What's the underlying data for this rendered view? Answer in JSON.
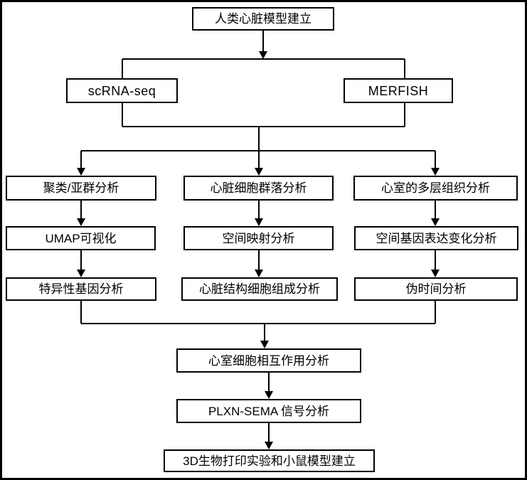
{
  "diagram": {
    "type": "flowchart",
    "background": "#ffffff",
    "line_color": "#000000",
    "box_fill": "#ffffff",
    "box_border_color": "#000000",
    "text_color": "#000000",
    "nodes": {
      "root": {
        "label": "人类心脏模型建立"
      },
      "scrna": {
        "label": "scRNA-seq"
      },
      "merfish": {
        "label": "MERFISH"
      },
      "c1r1": {
        "label": "聚类/亚群分析"
      },
      "c1r2": {
        "label": "UMAP可视化"
      },
      "c1r3": {
        "label": "特异性基因分析"
      },
      "c2r1": {
        "label": "心脏细胞群落分析"
      },
      "c2r2": {
        "label": "空间映射分析"
      },
      "c2r3": {
        "label": "心脏结构细胞组成分析"
      },
      "c3r1": {
        "label": "心室的多层组织分析"
      },
      "c3r2": {
        "label": "空间基因表达变化分析"
      },
      "c3r3": {
        "label": "伪时间分析"
      },
      "merge": {
        "label": "心室细胞相互作用分析"
      },
      "plxn": {
        "label": "PLXN-SEMA 信号分析"
      },
      "final": {
        "label": "3D生物打印实验和小鼠模型建立"
      }
    },
    "edges": [
      {
        "from": "root",
        "to": "scrna"
      },
      {
        "from": "root",
        "to": "merfish"
      },
      {
        "from": "scrna",
        "to": "c1r1"
      },
      {
        "from": "scrna",
        "to": "c2r1"
      },
      {
        "from": "scrna",
        "to": "c3r1"
      },
      {
        "from": "merfish",
        "to": "c1r1"
      },
      {
        "from": "merfish",
        "to": "c2r1"
      },
      {
        "from": "merfish",
        "to": "c3r1"
      },
      {
        "from": "c1r1",
        "to": "c1r2"
      },
      {
        "from": "c1r2",
        "to": "c1r3"
      },
      {
        "from": "c2r1",
        "to": "c2r2"
      },
      {
        "from": "c2r2",
        "to": "c2r3"
      },
      {
        "from": "c3r1",
        "to": "c3r2"
      },
      {
        "from": "c3r2",
        "to": "c3r3"
      },
      {
        "from": "c1r3",
        "to": "merge"
      },
      {
        "from": "c3r3",
        "to": "merge"
      },
      {
        "from": "merge",
        "to": "plxn"
      },
      {
        "from": "plxn",
        "to": "final"
      }
    ]
  }
}
